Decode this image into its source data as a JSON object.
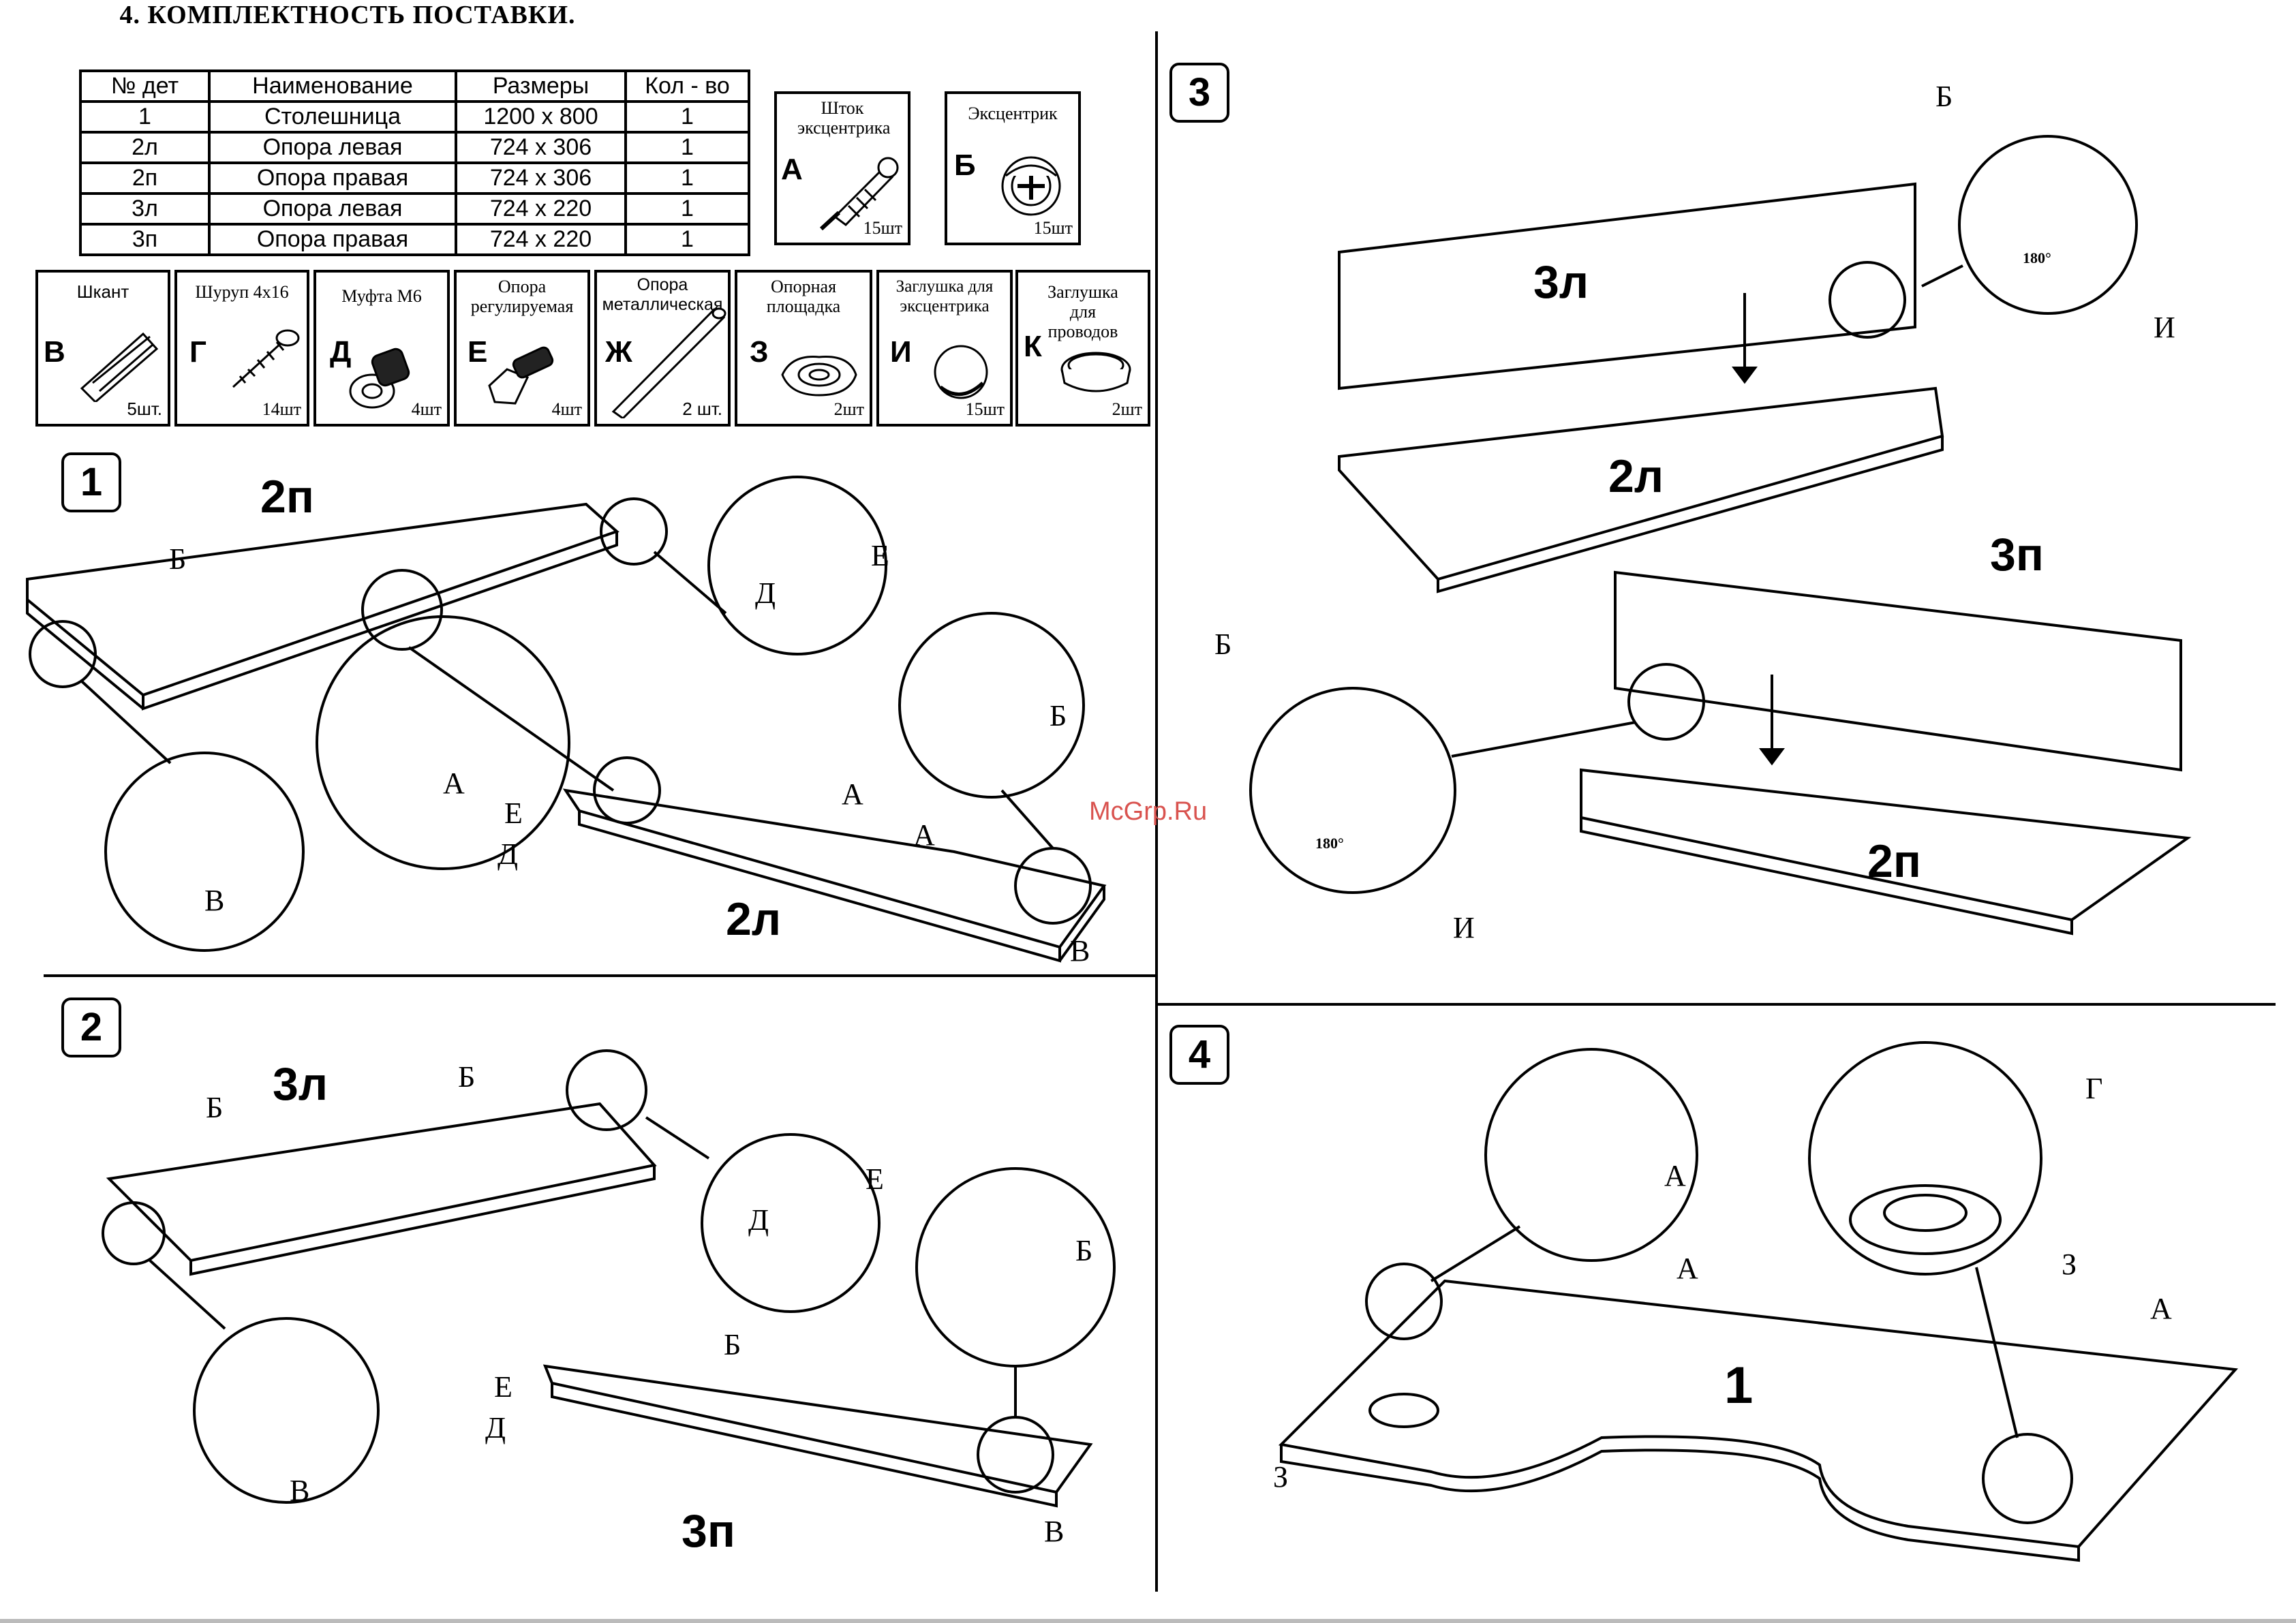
{
  "kit": {
    "title": "4. КОМПЛЕКТНОСТЬ ПОСТАВКИ.",
    "headers": [
      "№ дет",
      "Наименование",
      "Размеры",
      "Кол - во"
    ],
    "rows": [
      [
        "1",
        "Столешница",
        "1200 x 800",
        "1"
      ],
      [
        "2л",
        "Опора левая",
        "724 x 306",
        "1"
      ],
      [
        "2п",
        "Опора правая",
        "724 x 306",
        "1"
      ],
      [
        "3л",
        "Опора левая",
        "724 x 220",
        "1"
      ],
      [
        "3п",
        "Опора правая",
        "724 x 220",
        "1"
      ]
    ],
    "fittings_top": [
      {
        "label": "Шток эксцентрика",
        "letter": "А",
        "qty": "15шт",
        "icon": "eccentric-rod-icon"
      },
      {
        "label": "Эксцентрик",
        "letter": "Б",
        "qty": "15шт",
        "icon": "eccentric-icon"
      }
    ],
    "fittings_bottom": [
      {
        "label": "Шкант",
        "letter": "В",
        "qty": "5шт.",
        "icon": "dowel-icon"
      },
      {
        "label": "Шуруп 4x16",
        "letter": "Г",
        "qty": "14шт",
        "icon": "screw-icon"
      },
      {
        "label": "Муфта М6",
        "letter": "Д",
        "qty": "4шт",
        "icon": "sleeve-icon"
      },
      {
        "label": "Опора регулируемая",
        "letter": "Е",
        "qty": "4шт",
        "icon": "adjustable-foot-icon"
      },
      {
        "label": "Опора металлическая",
        "letter": "Ж",
        "qty": "2 шт.",
        "icon": "metal-rod-icon"
      },
      {
        "label": "Опорная площадка",
        "letter": "З",
        "qty": "2шт",
        "icon": "support-pad-icon"
      },
      {
        "label": "Заглушка для эксцентрика",
        "letter": "И",
        "qty": "15шт",
        "icon": "cap-icon"
      },
      {
        "label": "Заглушка для проводов",
        "letter": "К",
        "qty": "2шт",
        "icon": "grommet-icon"
      }
    ]
  },
  "steps": [
    "1",
    "2",
    "3",
    "4"
  ],
  "part_labels": {
    "p2p": "2п",
    "p2l": "2л",
    "p3l": "3л",
    "p3p": "3п",
    "p1": "1"
  },
  "letters": {
    "a": "А",
    "b": "Б",
    "v": "В",
    "g": "Г",
    "d": "Д",
    "e": "Е",
    "z": "З",
    "i": "И"
  },
  "rotation": "180°",
  "watermark": "McGrp.Ru",
  "colors": {
    "line": "#000000",
    "watermark": "#d9534f"
  }
}
